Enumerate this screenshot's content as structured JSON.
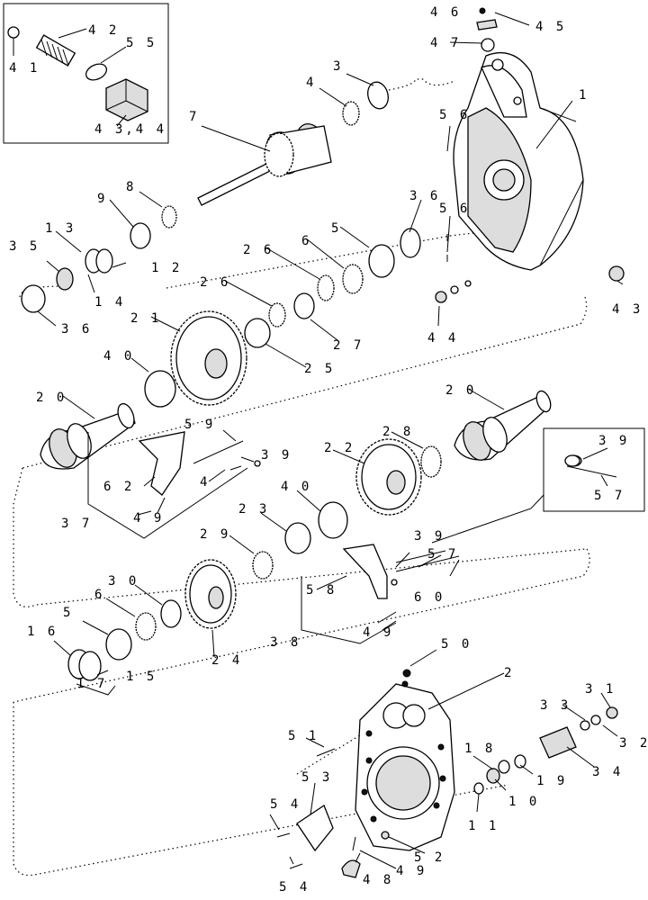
{
  "callouts": {
    "c1": "1",
    "c2": "2",
    "c3": "3",
    "c4": "4",
    "c5a": "5",
    "c5b": "5",
    "c6a": "6",
    "c6b": "6",
    "c7": "7",
    "c8": "8",
    "c9": "9",
    "c10": "1 0",
    "c11": "1 1",
    "c12": "1 2",
    "c13": "1 3",
    "c14": "1 4",
    "c15": "1 5",
    "c16": "1 6",
    "c17": "1 7",
    "c18": "1 8",
    "c19": "1 9",
    "c20a": "2 0",
    "c20b": "2 0",
    "c21": "2 1",
    "c22": "2 2",
    "c23": "2 3",
    "c24": "2 4",
    "c25": "2 5",
    "c26a": "2 6",
    "c26b": "2 6",
    "c27": "2 7",
    "c28": "2 8",
    "c29": "2 9",
    "c30": "3 0",
    "c31": "3 1",
    "c32": "3 2",
    "c33": "3 3",
    "c34": "3 4",
    "c35": "3 5",
    "c36a": "3 6",
    "c36b": "3 6",
    "c37": "3 7",
    "c38": "3 8",
    "c39a": "3 9",
    "c39b": "3 9",
    "c39c": "3 9",
    "c40a": "4 0",
    "c40b": "4 0",
    "c41": "4 1",
    "c42": "4 2",
    "c43": "4 3",
    "c4344": "4 3,4 4",
    "c44": "4 4",
    "c45": "4 5",
    "c46": "4 6",
    "c47": "4 7",
    "c48": "4 8",
    "c49a": "4 9",
    "c49b": "4 9",
    "c49c": "4 9",
    "c50": "5 0",
    "c51": "5 1",
    "c52": "5 2",
    "c53": "5 3",
    "c54a": "5 4",
    "c54b": "5 4",
    "c55": "5 5",
    "c56a": "5 6",
    "c56b": "5 6",
    "c57a": "5 7",
    "c57b": "5 7",
    "c58": "5 8",
    "c59": "5 9",
    "c60": "6 0",
    "c62": "6 2",
    "c4a": "4"
  }
}
